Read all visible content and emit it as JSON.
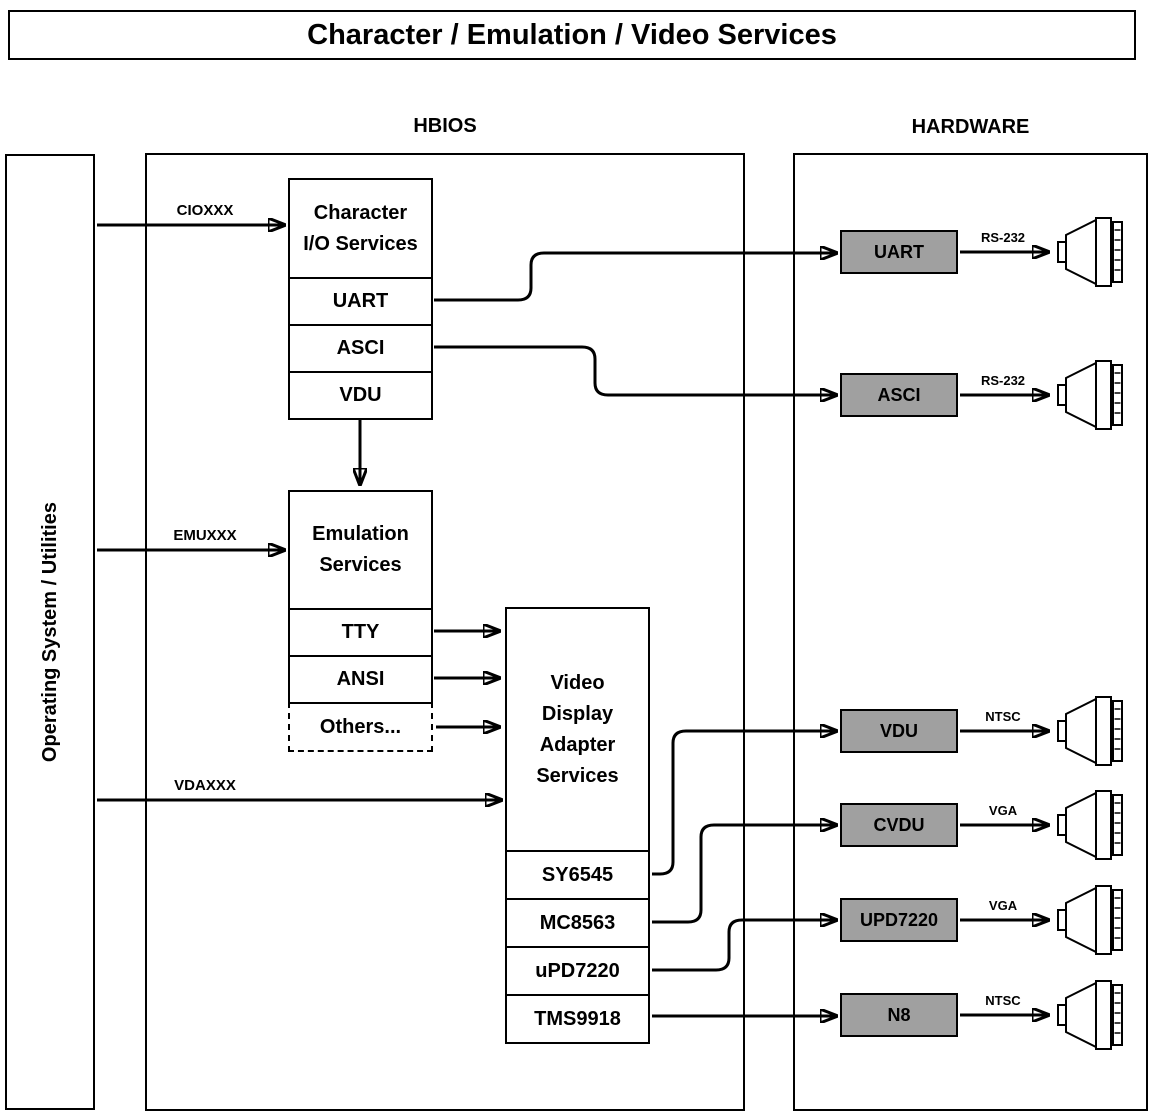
{
  "title": "Character / Emulation / Video Services",
  "sections": {
    "hbios": "HBIOS",
    "hardware": "HARDWARE"
  },
  "os_box": {
    "label": "Operating System / Utilities"
  },
  "buses": {
    "cio": "CIOXXX",
    "emu": "EMUXXX",
    "vda": "VDAXXX"
  },
  "char_io": {
    "title": "Character I/O Services",
    "rows": [
      "UART",
      "ASCI",
      "VDU"
    ]
  },
  "emulation": {
    "title": "Emulation Services",
    "rows": [
      "TTY",
      "ANSI"
    ],
    "others": "Others..."
  },
  "vda": {
    "title": "Video Display Adapter Services",
    "rows": [
      "SY6545",
      "MC8563",
      "uPD7220",
      "TMS9918"
    ]
  },
  "hardware": {
    "items": [
      {
        "name": "UART",
        "signal": "RS-232"
      },
      {
        "name": "ASCI",
        "signal": "RS-232"
      },
      {
        "name": "VDU",
        "signal": "NTSC"
      },
      {
        "name": "CVDU",
        "signal": "VGA"
      },
      {
        "name": "UPD7220",
        "signal": "VGA"
      },
      {
        "name": "N8",
        "signal": "NTSC"
      }
    ]
  },
  "colors": {
    "hw_box_fill": "#a0a0a0",
    "line": "#000000"
  }
}
